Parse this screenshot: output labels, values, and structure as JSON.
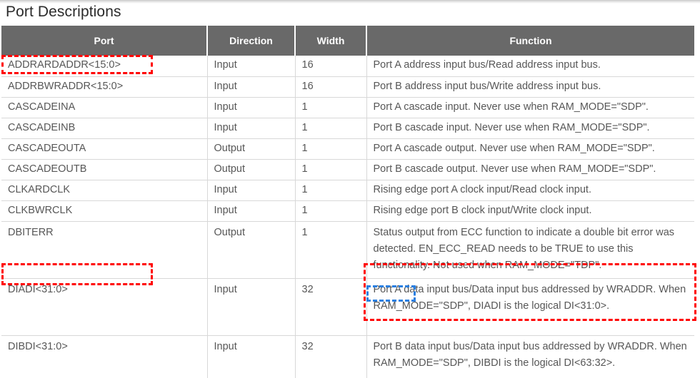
{
  "document": {
    "title": "Port Descriptions"
  },
  "table": {
    "columns": [
      {
        "key": "port",
        "label": "Port"
      },
      {
        "key": "direction",
        "label": "Direction"
      },
      {
        "key": "width",
        "label": "Width"
      },
      {
        "key": "function",
        "label": "Function"
      }
    ],
    "rows": [
      {
        "port": "ADDRARDADDR<15:0>",
        "direction": "Input",
        "width": "16",
        "function": "Port A address input bus/Read address input bus."
      },
      {
        "port": "ADDRBWRADDR<15:0>",
        "direction": "Input",
        "width": "16",
        "function": "Port B address input bus/Write address input bus."
      },
      {
        "port": "CASCADEINA",
        "direction": "Input",
        "width": "1",
        "function": "Port A cascade input. Never use when RAM_MODE=\"SDP\"."
      },
      {
        "port": "CASCADEINB",
        "direction": "Input",
        "width": "1",
        "function": "Port B cascade input. Never use when RAM_MODE=\"SDP\"."
      },
      {
        "port": "CASCADEOUTA",
        "direction": "Output",
        "width": "1",
        "function": "Port A cascade output. Never use when RAM_MODE=\"SDP\"."
      },
      {
        "port": "CASCADEOUTB",
        "direction": "Output",
        "width": "1",
        "function": "Port B cascade output. Never use when RAM_MODE=\"SDP\"."
      },
      {
        "port": "CLKARDCLK",
        "direction": "Input",
        "width": "1",
        "function": "Rising edge port A clock input/Read clock input."
      },
      {
        "port": "CLKBWRCLK",
        "direction": "Input",
        "width": "1",
        "function": "Rising edge port B clock input/Write clock input."
      },
      {
        "port": "DBITERR",
        "direction": "Output",
        "width": "1",
        "function": "Status output from ECC function to indicate a double bit error was detected. EN_ECC_READ needs to be TRUE to use this functionality. Not used when RAM_MODE=\"TDP\"."
      },
      {
        "port": "DIADI<31:0>",
        "direction": "Input",
        "width": "32",
        "function": "Port A data input bus/Data input bus addressed by WRADDR. When RAM_MODE=\"SDP\", DIADI is the logical DI<31:0>."
      },
      {
        "port": "DIBDI<31:0>",
        "direction": "Input",
        "width": "32",
        "function": "Port B data input bus/Data input bus addressed by WRADDR. When RAM_MODE=\"SDP\", DIBDI is the logical DI<63:32>."
      }
    ]
  },
  "annotations": {
    "highlights": [
      {
        "id": "anno-port-addrardaddr",
        "style": "red",
        "target": "ADDRARDADDR<15:0>"
      },
      {
        "id": "anno-port-diadi",
        "style": "red",
        "target": "DIADI<31:0>"
      },
      {
        "id": "anno-func-diadi",
        "style": "red",
        "target": "Port A data input bus/Data input bus addressed by WRADDR. When RAM_MODE=\"SDP\", DIADI is the logical DI<31:0>."
      },
      {
        "id": "anno-wraddr",
        "style": "blue",
        "target": "WRADDR."
      }
    ],
    "colors": {
      "red": "#ff0000",
      "blue": "#2a7fe0"
    }
  },
  "theme": {
    "header_background": "#696969",
    "header_text": "#ffffff",
    "body_text": "#575757",
    "grid_line": "#d8d8d8",
    "page_background": "#ffffff"
  }
}
